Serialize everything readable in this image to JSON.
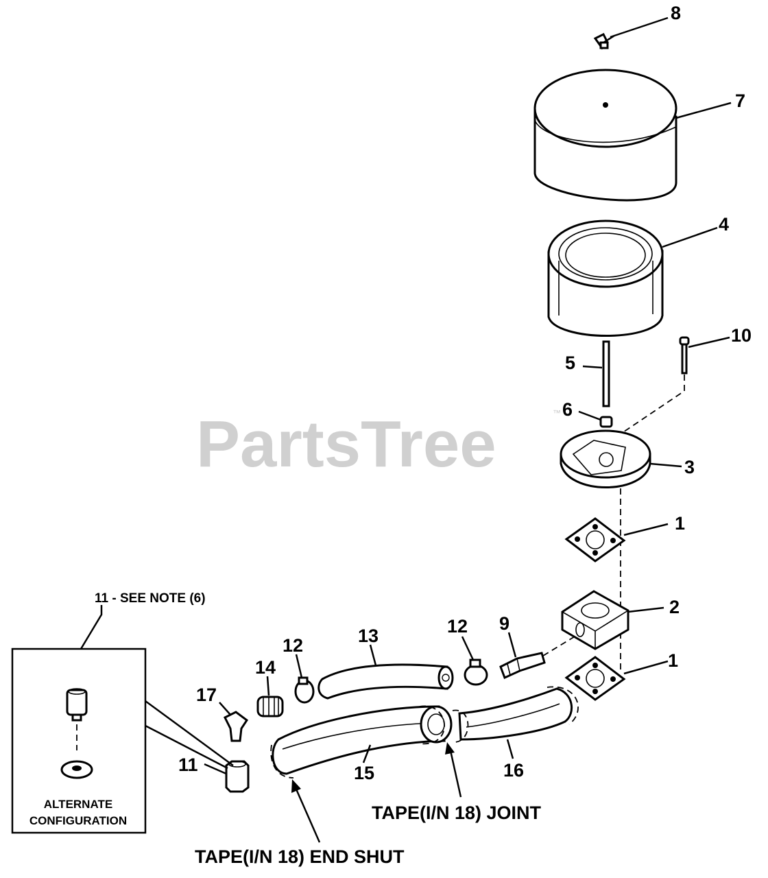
{
  "watermark": {
    "text": "PartsTree",
    "trademark": "™"
  },
  "callouts": {
    "p1_upper": "1",
    "p1_lower": "1",
    "p2": "2",
    "p3": "3",
    "p4": "4",
    "p5": "5",
    "p6": "6",
    "p7": "7",
    "p8": "8",
    "p9": "9",
    "p10": "10",
    "p11": "11",
    "p12_right": "12",
    "p12_left": "12",
    "p13": "13",
    "p14": "14",
    "p15": "15",
    "p16": "16",
    "p17": "17"
  },
  "inset": {
    "note": "11 - SEE NOTE (6)",
    "caption_line1": "ALTERNATE",
    "caption_line2": "CONFIGURATION"
  },
  "captions": {
    "joint": "TAPE(I/N 18) JOINT",
    "end_shut": "TAPE(I/N 18) END SHUT"
  }
}
